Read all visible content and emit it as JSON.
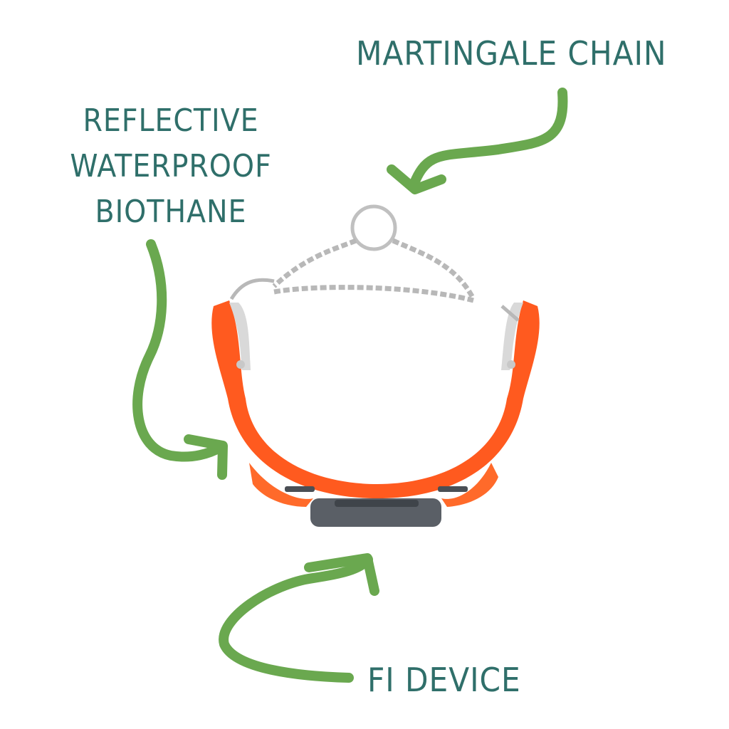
{
  "labels": {
    "martingale_chain": "MARTINGALE CHAIN",
    "biothane_line1": "REFLECTIVE",
    "biothane_line2": "WATERPROOF",
    "biothane_line3": "BIOTHANE",
    "fi_device": "FI DEVICE"
  },
  "colors": {
    "text": "#2f6f6a",
    "arrow": "#6aa84f",
    "collar": "#ff5a1f",
    "reflective": "#d9d9d9",
    "chain": "#b8b8b8",
    "device": "#5a5f66"
  },
  "image": {
    "subject": "orange martingale dog collar with chain and Fi device"
  }
}
